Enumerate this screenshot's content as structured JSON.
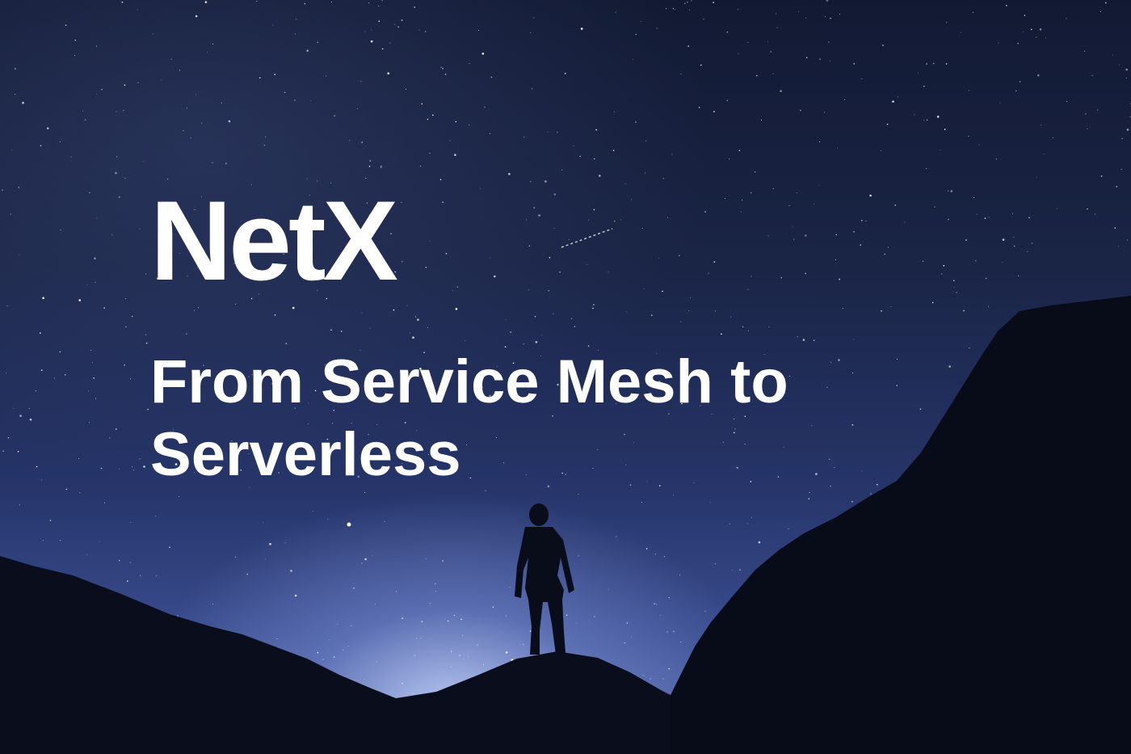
{
  "headline": {
    "title": "NetX",
    "subtitle_line1": "From Service Mesh to",
    "subtitle_line2": "Serverless"
  },
  "colors": {
    "text": "#ffffff",
    "sky_top": "#121a33",
    "sky_glow": "#bfcdf5",
    "silhouette": "#0a0d1c"
  }
}
